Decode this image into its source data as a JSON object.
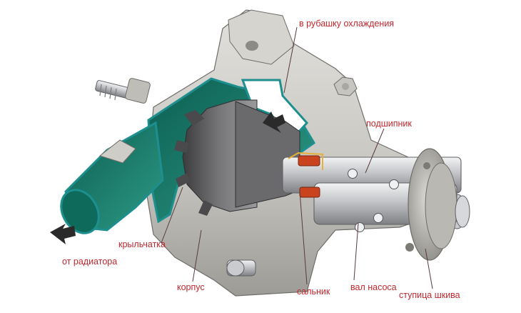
{
  "colors": {
    "label_text": "#c0282e",
    "leader_line": "#5a3a3a",
    "housing": "#c9c7c2",
    "housing_shadow": "#9d9b96",
    "coolant": "#0f6f5f",
    "coolant_light": "#3aa592",
    "coolant_edge": "#1e8f8f",
    "shaft": "#bdbfc2",
    "impeller": "#5a5a5c",
    "seal": "#c8431e",
    "arrow": "#2a2a2a"
  },
  "labels": {
    "to_jacket": "в рубашку охлаждения",
    "bearing": "подшипник",
    "from_radiator": "от радиатора",
    "impeller": "крыльчатка",
    "housing": "корпус",
    "seal": "сальник",
    "pump_shaft": "вал насоса",
    "pulley_hub": "ступица шкива"
  },
  "icons": {
    "inflow_arrow": "arrow-right-icon",
    "outflow_arrow": "arrow-up-right-icon"
  }
}
